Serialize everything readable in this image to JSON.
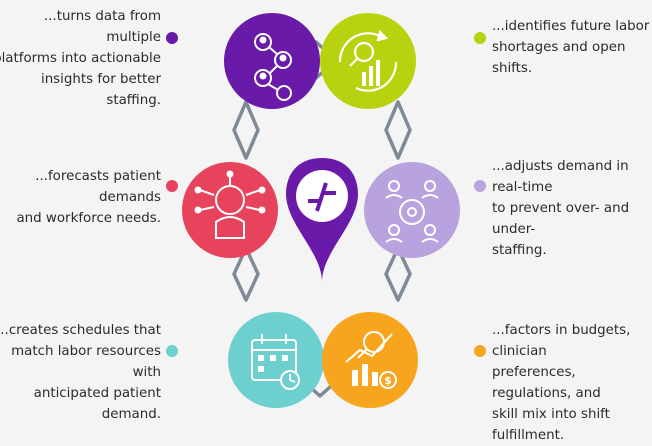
{
  "items": [
    {
      "text": "...turns data from multiple platforms into actionable insights for better staffing.",
      "lines": [
        "...turns data from multiple",
        "platforms into actionable",
        "insights for better staffing."
      ],
      "color": "#6a1aa8",
      "icon": "network-users-icon"
    },
    {
      "text": "...identifies future labor shortages and open shifts.",
      "lines": [
        "...identifies future labor",
        "shortages and open shifts."
      ],
      "color": "#b8d20f",
      "icon": "analytics-search-icon"
    },
    {
      "text": "...forecasts patient demands and workforce needs.",
      "lines": [
        "...forecasts patient demands",
        "and workforce needs."
      ],
      "color": "#e8435c",
      "icon": "ai-brain-icon"
    },
    {
      "text": "...adjusts demand in real-time to prevent over- and under-staffing.",
      "lines": [
        "...adjusts demand in real-time",
        "to prevent over- and under-",
        "staffing."
      ],
      "color": "#b9a3de",
      "icon": "team-gear-icon"
    },
    {
      "text": "...creates schedules that match labor resources with anticipated patient demand.",
      "lines": [
        "...creates schedules that",
        "match labor resources with",
        "anticipated patient demand."
      ],
      "color": "#6ecfcf",
      "icon": "calendar-clock-icon"
    },
    {
      "text": "...factors in budgets, clinician preferences, regulations, and skill mix into shift fulfillment.",
      "lines": [
        "...factors in budgets, clinician",
        "preferences, regulations, and",
        "skill mix into shift fulfillment."
      ],
      "color": "#f7a51e",
      "icon": "finance-chart-icon"
    }
  ],
  "center_logo": {
    "color": "#6a1aa8",
    "icon": "location-pin-logo-icon"
  },
  "connector_color": "#7f8a96"
}
